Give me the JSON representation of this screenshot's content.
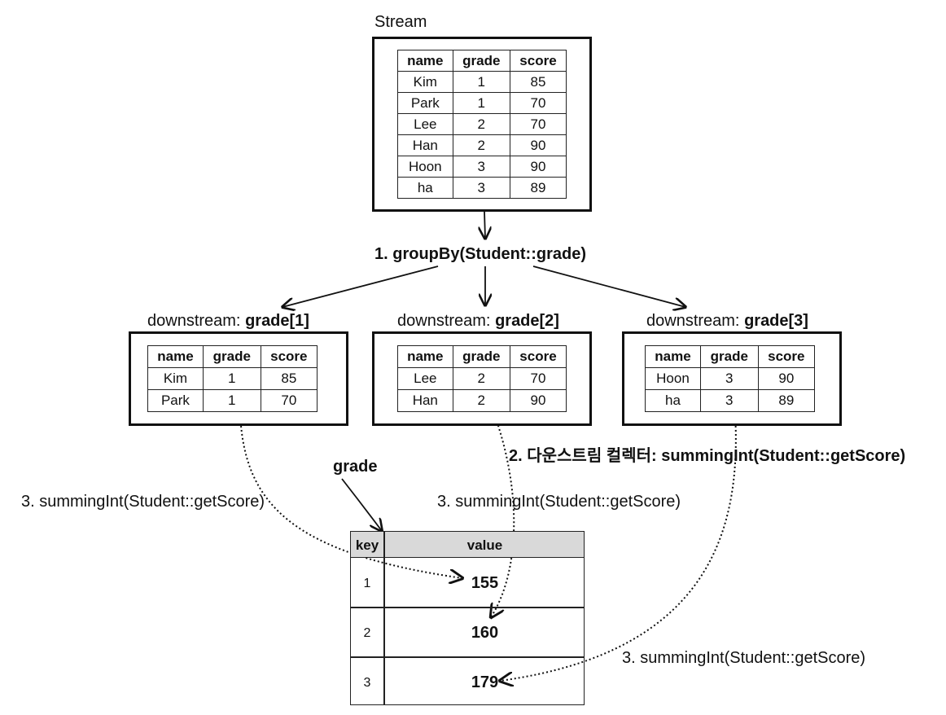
{
  "stream": {
    "title": "Stream",
    "columns": [
      "name",
      "grade",
      "score"
    ],
    "rows": [
      [
        "Kim",
        "1",
        "85"
      ],
      [
        "Park",
        "1",
        "70"
      ],
      [
        "Lee",
        "2",
        "70"
      ],
      [
        "Han",
        "2",
        "90"
      ],
      [
        "Hoon",
        "3",
        "90"
      ],
      [
        "ha",
        "3",
        "89"
      ]
    ]
  },
  "group_label": "1. groupBy(Student::grade)",
  "downstreams": [
    {
      "prefix": "downstream: ",
      "bold": "grade[1]",
      "rows": [
        [
          "Kim",
          "1",
          "85"
        ],
        [
          "Park",
          "1",
          "70"
        ]
      ]
    },
    {
      "prefix": "downstream: ",
      "bold": "grade[2]",
      "rows": [
        [
          "Lee",
          "2",
          "70"
        ],
        [
          "Han",
          "2",
          "90"
        ]
      ]
    },
    {
      "prefix": "downstream: ",
      "bold": "grade[3]",
      "rows": [
        [
          "Hoon",
          "3",
          "90"
        ],
        [
          "ha",
          "3",
          "89"
        ]
      ]
    }
  ],
  "collector_label": "2. 다운스트림 컬렉터: summingInt(Student::getScore)",
  "summing_label": "3. summingInt(Student::getScore)",
  "grade_label": "grade",
  "result": {
    "key_header": "key",
    "value_header": "value",
    "rows": [
      {
        "key": "1",
        "value": "155"
      },
      {
        "key": "2",
        "value": "160"
      },
      {
        "key": "3",
        "value": "179"
      }
    ]
  }
}
